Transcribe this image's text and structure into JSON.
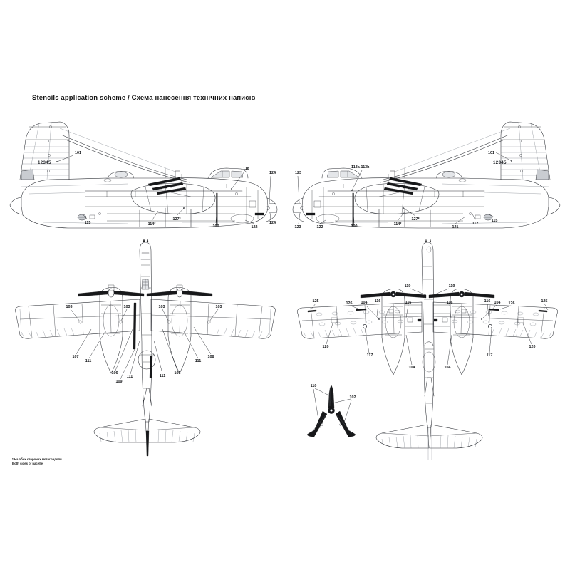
{
  "sheet": {
    "title": "Stencils application scheme / Схема нанесення технічних написів",
    "footnote_line1": "* На обох сторонах мотогондоли",
    "footnote_line2": "Both sides of nacelle",
    "background": "#ffffff",
    "line_color": "#2a2d33",
    "divider_color": "#f2f3f5"
  },
  "views": {
    "top_left": {
      "name": "port-side-profile",
      "serial": "12345",
      "callouts": [
        "101",
        "118",
        "124",
        "115",
        "127*",
        "114*",
        "100",
        "122",
        "124"
      ]
    },
    "top_right": {
      "name": "starboard-side-profile",
      "serial": "12345",
      "callouts": [
        "123",
        "113a-113h",
        "101",
        "123",
        "122",
        "100",
        "114*",
        "127*",
        "121",
        "112",
        "115"
      ]
    },
    "bottom_left": {
      "name": "upper-plan-view",
      "callouts": [
        "103",
        "103",
        "103",
        "103",
        "107",
        "111",
        "106",
        "109",
        "111",
        "111",
        "105",
        "111",
        "108"
      ]
    },
    "bottom_right": {
      "name": "lower-plan-view",
      "callouts": [
        "119",
        "119",
        "125",
        "126",
        "104",
        "116",
        "116",
        "116",
        "116",
        "104",
        "126",
        "125",
        "120",
        "117",
        "104",
        "104",
        "117",
        "120"
      ]
    },
    "propeller_detail": {
      "name": "propeller-detail",
      "callouts": [
        "110",
        "102"
      ],
      "blades": 3
    }
  }
}
